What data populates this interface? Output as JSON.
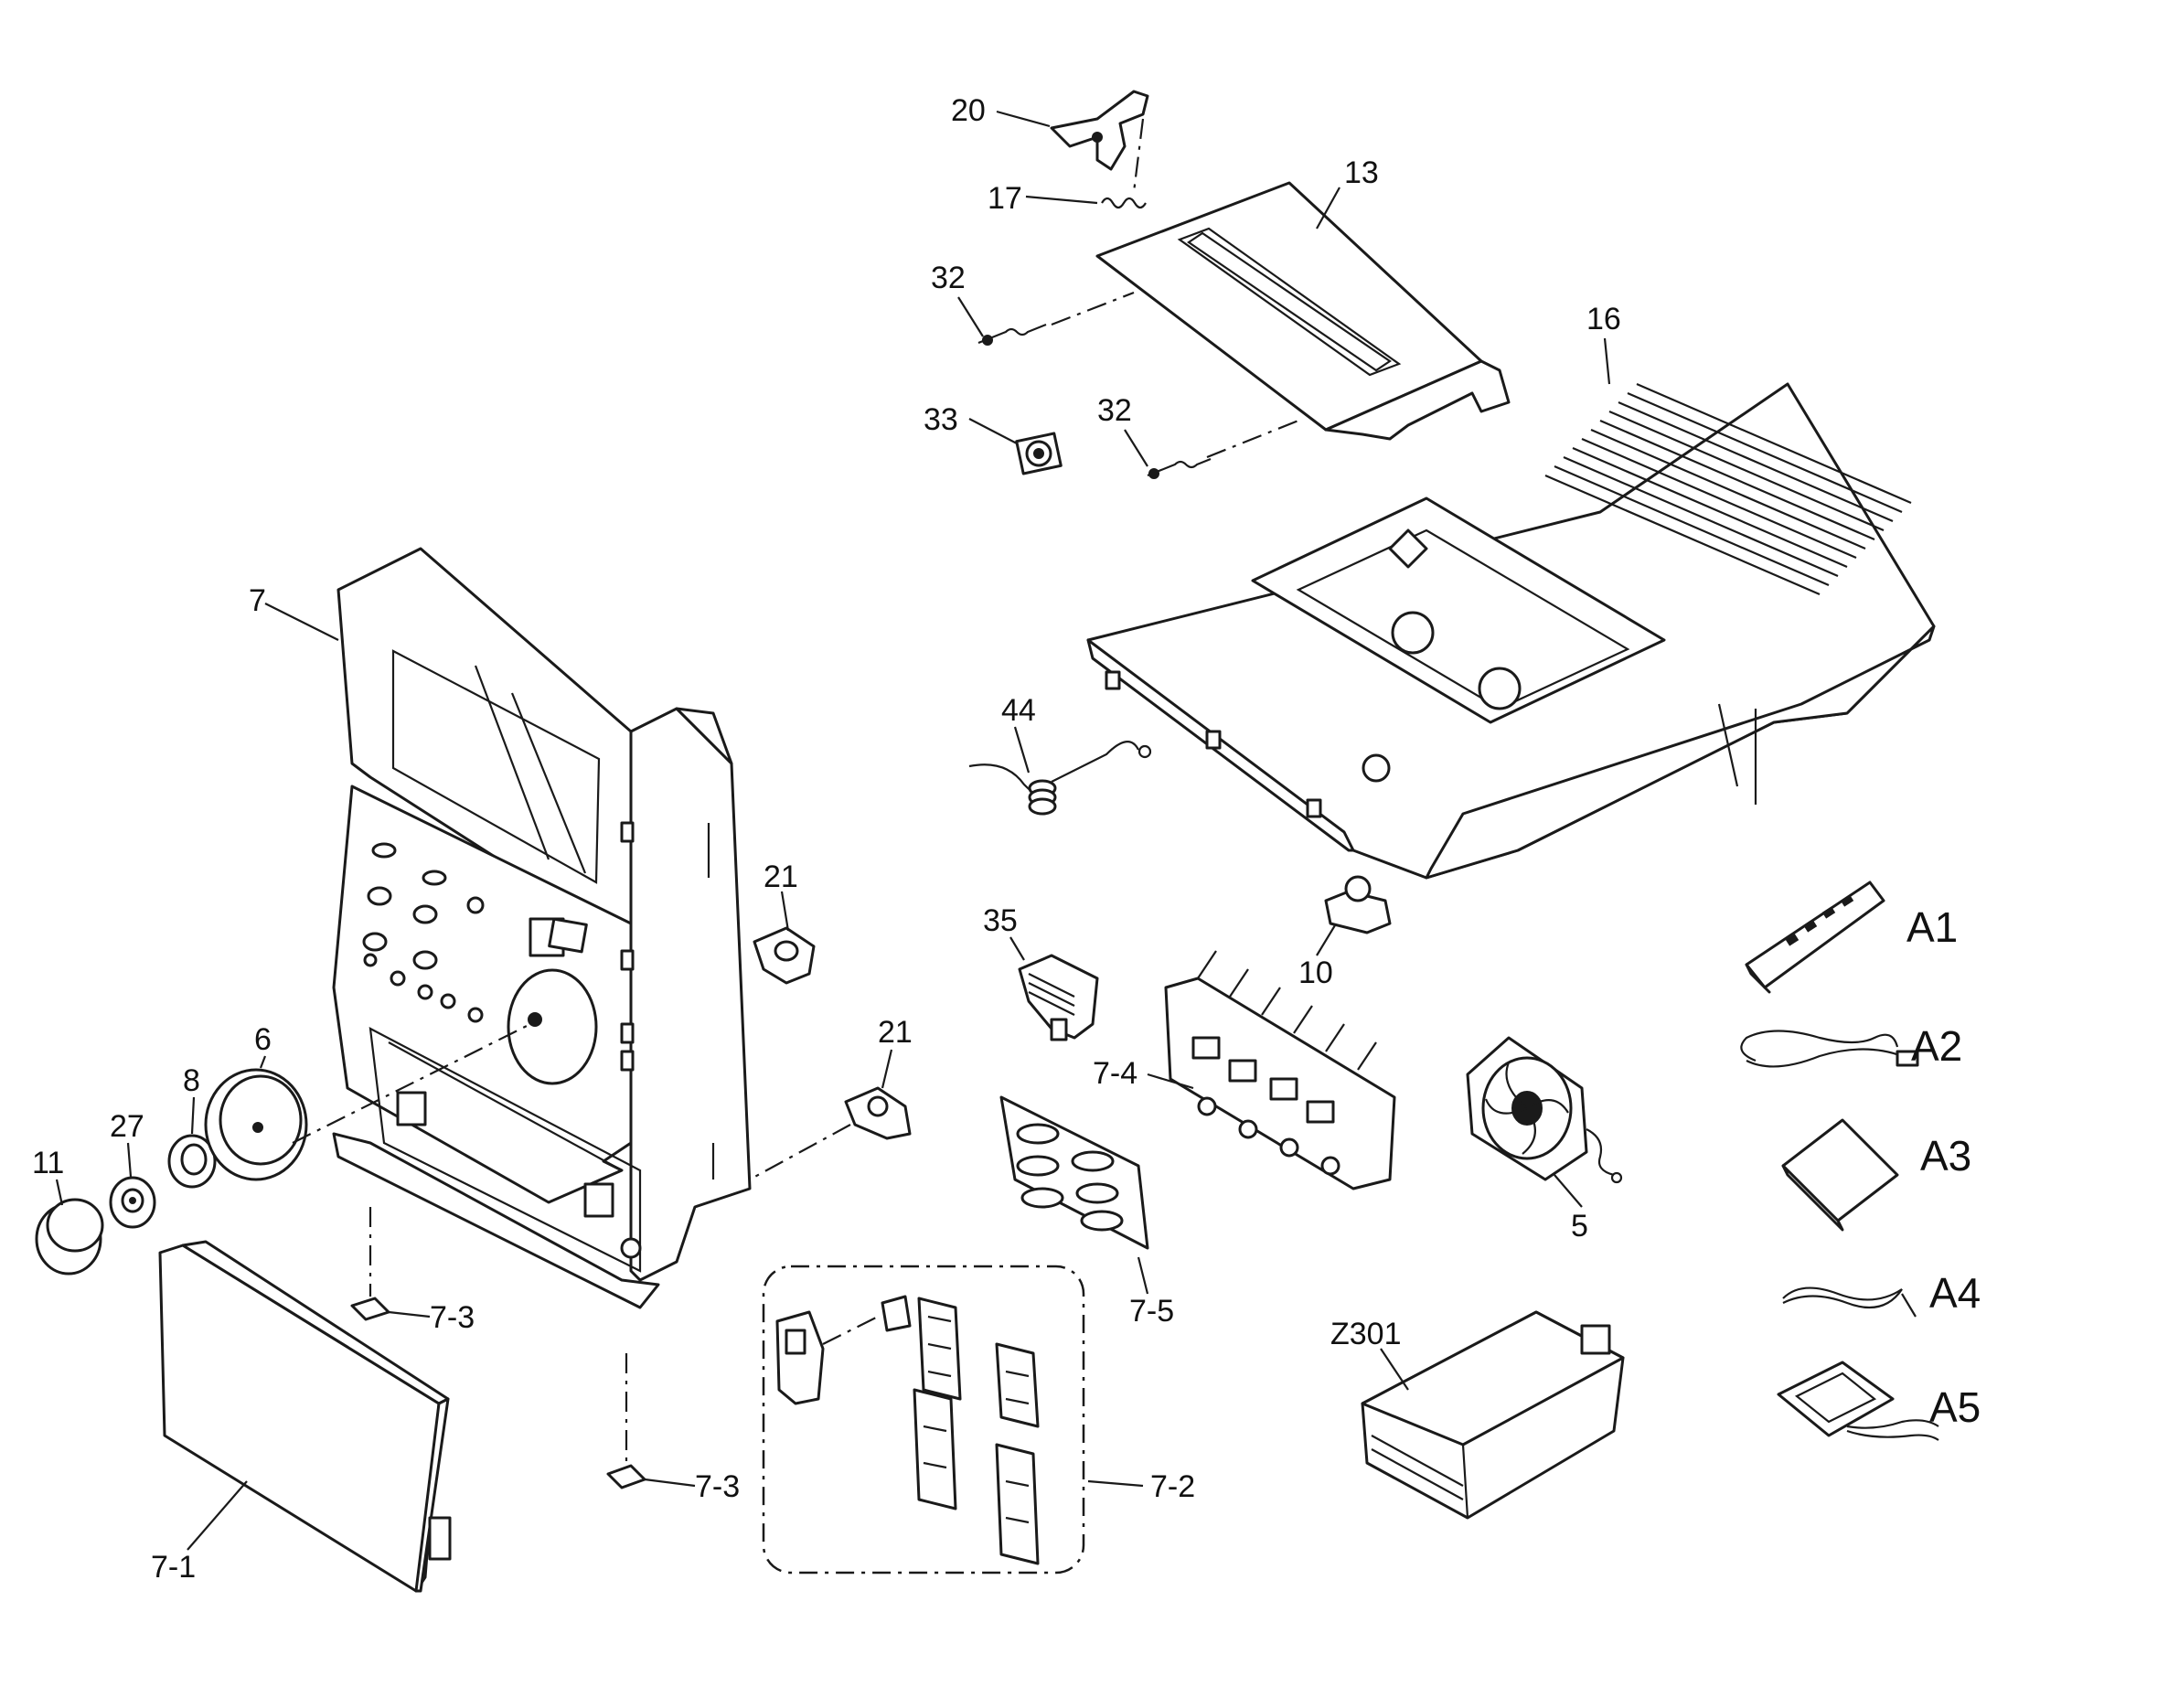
{
  "labels": {
    "p20": "20",
    "p17": "17",
    "p13": "13",
    "p32a": "32",
    "p32b": "32",
    "p33": "33",
    "p16": "16",
    "p7": "7",
    "p44": "44",
    "p21a": "21",
    "p21b": "21",
    "p35": "35",
    "p10": "10",
    "pA1": "A1",
    "pA2": "A2",
    "pA3": "A3",
    "pA4": "A4",
    "pA5": "A5",
    "p6": "6",
    "p8": "8",
    "p27": "27",
    "p11": "11",
    "p7_4": "7-4",
    "p5": "5",
    "p7_5": "7-5",
    "p7_3a": "7-3",
    "p7_3b": "7-3",
    "pZ301": "Z301",
    "p7_2": "7-2",
    "p7_1": "7-1"
  },
  "colors": {
    "line": "#1a1a1a",
    "background": "#ffffff"
  }
}
